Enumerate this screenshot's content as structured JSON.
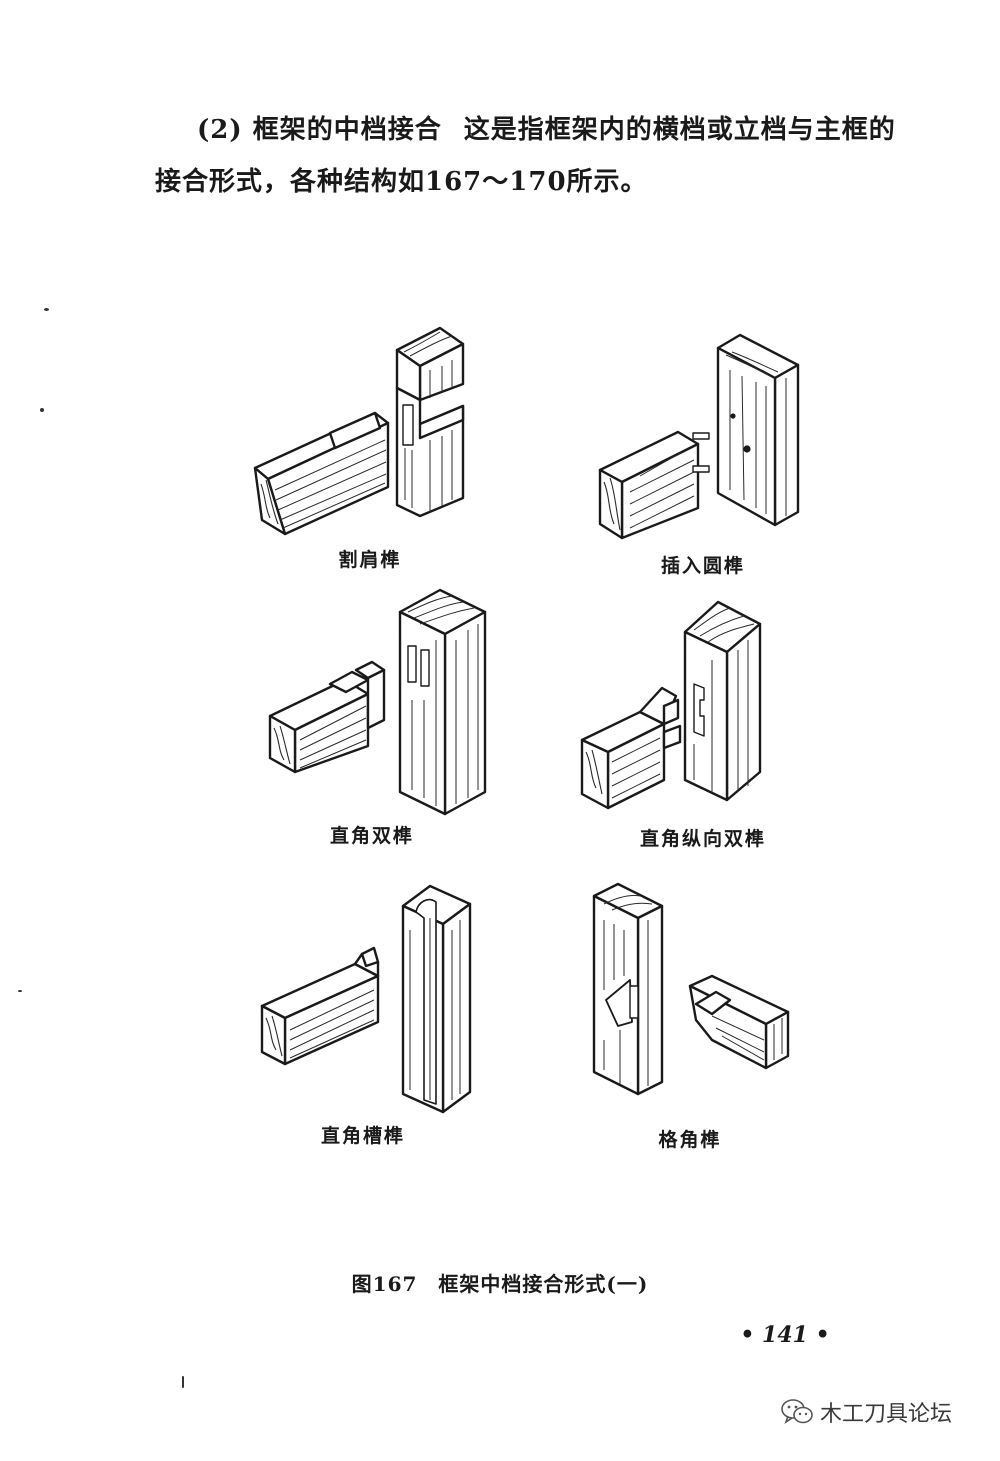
{
  "paragraph": {
    "line1_label": "(2) 框架的中档接合",
    "line1_rest": "这是指框架内的横档或立档与主框的",
    "line2": "接合形式，各种结构如167～170所示。"
  },
  "joints": [
    {
      "id": "cut-shoulder-tenon",
      "caption": "割肩榫"
    },
    {
      "id": "inserted-dowel-tenon",
      "caption": "插入圆榫"
    },
    {
      "id": "right-angle-double-tenon",
      "caption": "直角双榫"
    },
    {
      "id": "right-angle-longitudinal-double-tenon",
      "caption": "直角纵向双榫"
    },
    {
      "id": "right-angle-groove-tenon",
      "caption": "直角槽榫"
    },
    {
      "id": "miter-tenon",
      "caption": "格角榫"
    }
  ],
  "figure_caption": "图167　框架中档接合形式(一)",
  "page_number": "• 141 •",
  "watermark": {
    "text": "木工刀具论坛",
    "icon": "wechat-icon"
  }
}
